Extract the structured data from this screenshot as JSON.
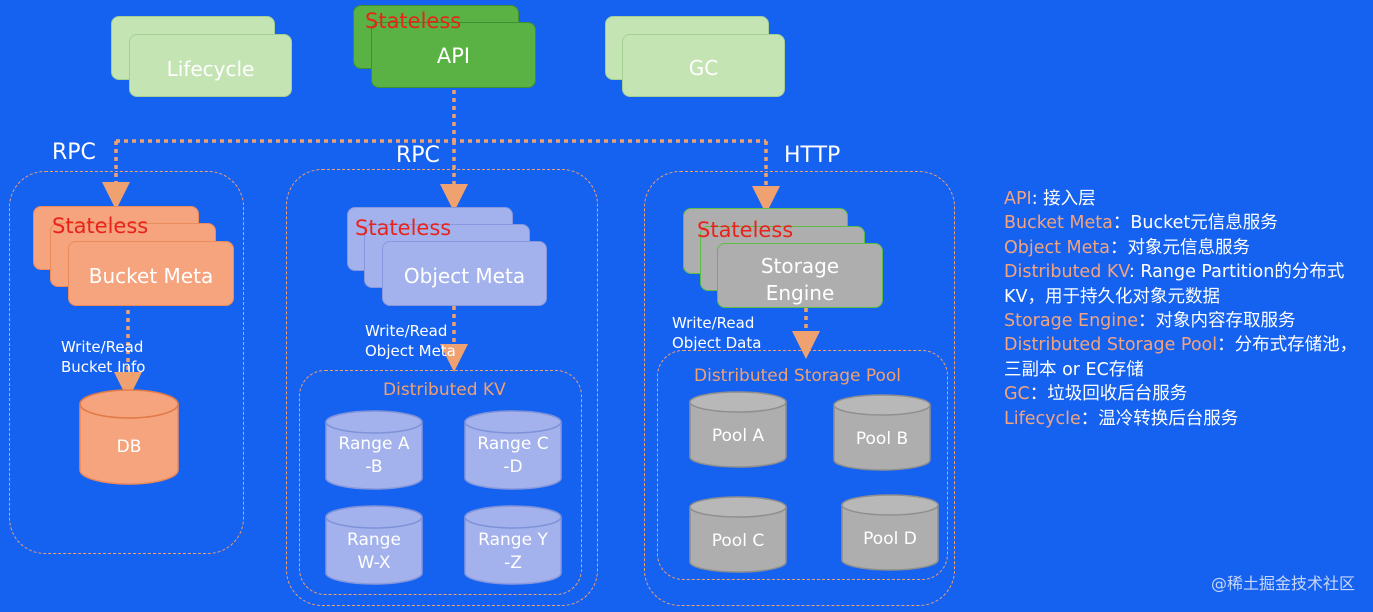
{
  "colors": {
    "background": "#1662f0",
    "arrow": "#f0a170",
    "stateless": "#e8231b",
    "legend_key": "#f2a47f"
  },
  "top": {
    "lifecycle": "Lifecycle",
    "api": "API",
    "gc": "GC",
    "stateless": "Stateless"
  },
  "sections": {
    "left": {
      "protocol": "RPC",
      "stateless": "Stateless",
      "service": "Bucket Meta",
      "arrow_label": [
        "Write/Read",
        "Bucket Info"
      ],
      "db": "DB"
    },
    "mid": {
      "protocol": "RPC",
      "stateless": "Stateless",
      "service": "Object Meta",
      "arrow_label": [
        "Write/Read",
        "Object Meta"
      ],
      "pool_title": "Distributed KV",
      "ranges": [
        [
          "Range A",
          "-B"
        ],
        [
          "Range C",
          "-D"
        ],
        [
          "Range",
          "W-X"
        ],
        [
          "Range Y",
          "-Z"
        ]
      ]
    },
    "right": {
      "protocol": "HTTP",
      "stateless": "Stateless",
      "service": [
        "Storage",
        "Engine"
      ],
      "arrow_label": [
        "Write/Read",
        "Object Data"
      ],
      "pool_title": "Distributed Storage Pool",
      "pools": [
        "Pool A",
        "Pool B",
        "Pool C",
        "Pool D"
      ]
    }
  },
  "legend": [
    {
      "key": "API",
      "desc": ": 接入层"
    },
    {
      "key": "Bucket Meta",
      "desc": "：Bucket元信息服务"
    },
    {
      "key": "Object Meta",
      "desc": "：对象元信息服务"
    },
    {
      "key": "Distributed KV",
      "desc": ": Range Partition的分布式"
    },
    {
      "key": "",
      "desc": "KV，用于持久化对象元数据"
    },
    {
      "key": "Storage Engine",
      "desc": "：对象内容存取服务"
    },
    {
      "key": "Distributed Storage Pool",
      "desc": "：分布式存储池，"
    },
    {
      "key": "",
      "desc": "三副本 or EC存储"
    },
    {
      "key": "GC",
      "desc": "：垃圾回收后台服务"
    },
    {
      "key": "Lifecycle",
      "desc": "：温冷转换后台服务"
    }
  ],
  "watermark": "@稀土掘金技术社区"
}
